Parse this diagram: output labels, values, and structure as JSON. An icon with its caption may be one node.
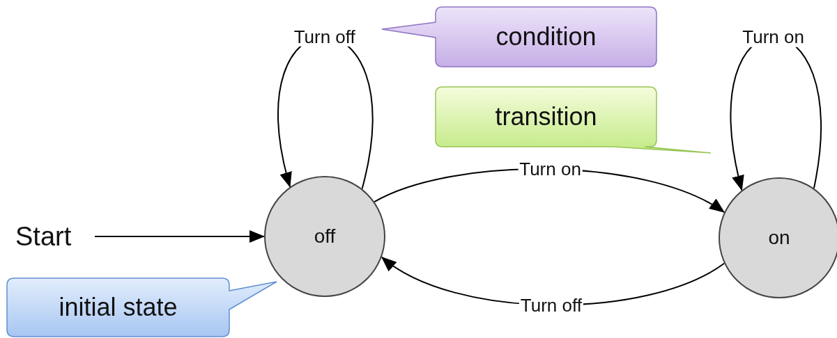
{
  "diagram": {
    "nodes": [
      {
        "text": [
          "Start"
        ]
      },
      {
        "text": [
          "off"
        ]
      },
      {
        "text": [
          "on"
        ]
      },
      {
        "text": [
          "condition"
        ]
      },
      {
        "text": [
          "transition"
        ]
      },
      {
        "text": [
          "initial state"
        ]
      }
    ],
    "edges": [
      {
        "from": 0,
        "to": 1,
        "arrow": "to"
      },
      {
        "from": 1,
        "to": 1,
        "arrow": "to",
        "label": "Turn off"
      },
      {
        "from": 1,
        "to": 2,
        "arrow": "to",
        "label": "Turn on"
      },
      {
        "from": 2,
        "to": 2,
        "arrow": "to",
        "label": "Turn on"
      },
      {
        "from": 2,
        "to": 1,
        "arrow": "to",
        "label": "Turn off"
      }
    ]
  }
}
